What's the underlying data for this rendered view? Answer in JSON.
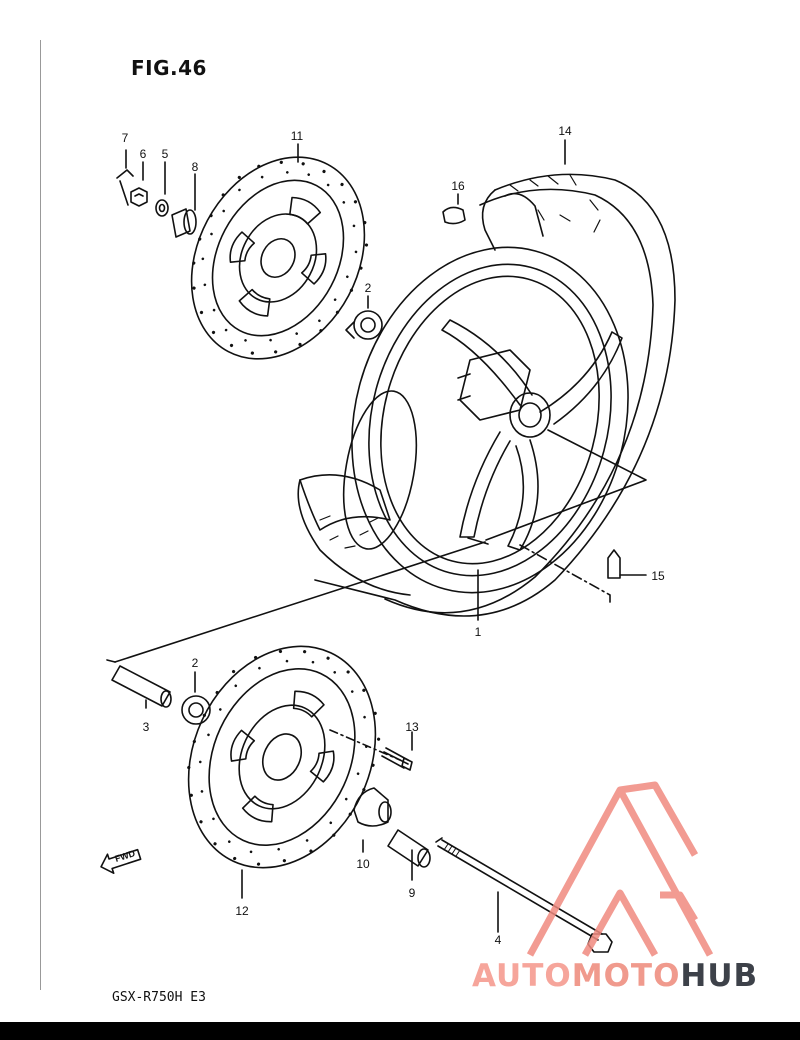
{
  "figure": {
    "title": "FIG.46",
    "model": "GSX-R750H E3"
  },
  "parts": [
    {
      "num": "1"
    },
    {
      "num": "2"
    },
    {
      "num": "2"
    },
    {
      "num": "3"
    },
    {
      "num": "4"
    },
    {
      "num": "5"
    },
    {
      "num": "6"
    },
    {
      "num": "7"
    },
    {
      "num": "8"
    },
    {
      "num": "9"
    },
    {
      "num": "10"
    },
    {
      "num": "11"
    },
    {
      "num": "12"
    },
    {
      "num": "13"
    },
    {
      "num": "14"
    },
    {
      "num": "15"
    },
    {
      "num": "16"
    }
  ],
  "direction_label": "FWD",
  "watermark": {
    "part1": "AUTO",
    "part2": "MOTO",
    "part3": "HUB",
    "color": "#f08a80",
    "text_color_dark": "#3d4149"
  }
}
